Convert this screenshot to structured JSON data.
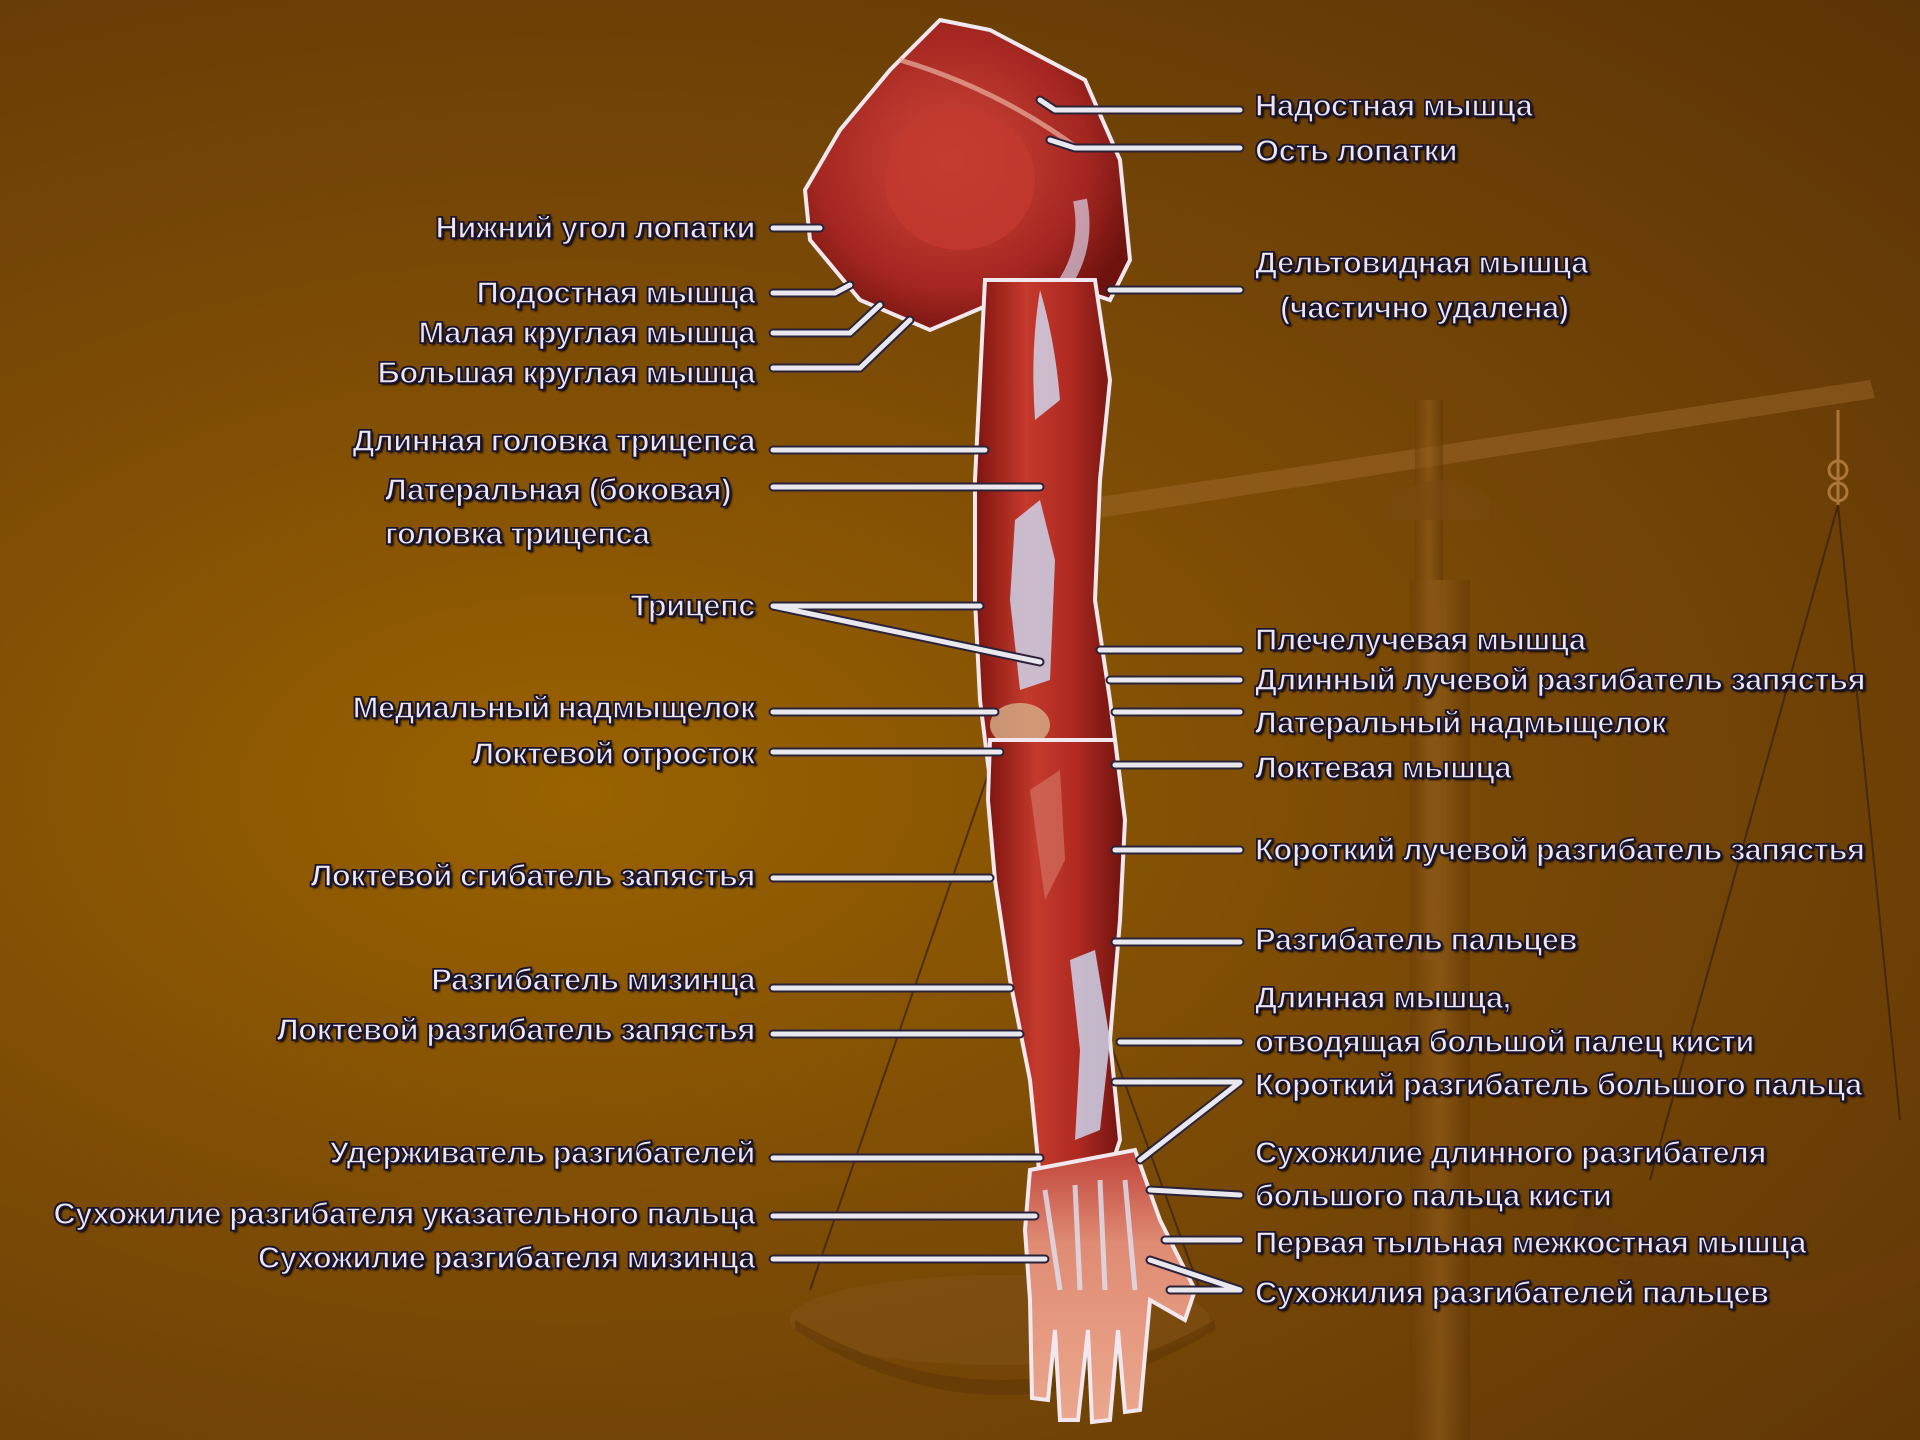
{
  "diagram": {
    "labels_left": [
      {
        "id": "inferior-angle-scapula",
        "text": "Нижний угол лопатки"
      },
      {
        "id": "infraspinatus",
        "text": "Подостная мышца"
      },
      {
        "id": "teres-minor",
        "text": "Малая круглая мышца"
      },
      {
        "id": "teres-major",
        "text": "Большая круглая мышца"
      },
      {
        "id": "triceps-long-head",
        "text": "Длинная головка трицепса"
      },
      {
        "id": "triceps-lateral-head-1",
        "text": "Латеральная (боковая)"
      },
      {
        "id": "triceps-lateral-head-2",
        "text": "головка трицепса"
      },
      {
        "id": "triceps",
        "text": "Трицепс"
      },
      {
        "id": "medial-epicondyle",
        "text": "Медиальный надмыщелок"
      },
      {
        "id": "olecranon",
        "text": "Локтевой отросток"
      },
      {
        "id": "flexor-carpi-ulnaris",
        "text": "Локтевой сгибатель запястья"
      },
      {
        "id": "extensor-digiti-minimi",
        "text": "Разгибатель мизинца"
      },
      {
        "id": "extensor-carpi-ulnaris",
        "text": "Локтевой разгибатель запястья"
      },
      {
        "id": "extensor-retinaculum",
        "text": "Удерживатель разгибателей"
      },
      {
        "id": "extensor-indicis-tendon",
        "text": "Сухожилие разгибателя указательного пальца"
      },
      {
        "id": "extensor-digiti-minimi-tendon",
        "text": "Сухожилие разгибателя мизинца"
      }
    ],
    "labels_right": [
      {
        "id": "supraspinatus",
        "text": "Надостная мышца"
      },
      {
        "id": "spine-of-scapula",
        "text": "Ость лопатки"
      },
      {
        "id": "deltoid-1",
        "text": "Дельтовидная мышца"
      },
      {
        "id": "deltoid-2",
        "text": "(частично удалена)"
      },
      {
        "id": "brachioradialis",
        "text": "Плечелучевая мышца"
      },
      {
        "id": "extensor-carpi-radialis-longus",
        "text": "Длинный лучевой разгибатель запястья"
      },
      {
        "id": "lateral-epicondyle",
        "text": "Латеральный надмыщелок"
      },
      {
        "id": "anconeus",
        "text": "Локтевая мышца"
      },
      {
        "id": "extensor-carpi-radialis-brevis",
        "text": "Короткий лучевой разгибатель запястья"
      },
      {
        "id": "extensor-digitorum",
        "text": "Разгибатель пальцев"
      },
      {
        "id": "abductor-pollicis-longus-1",
        "text": "Длинная мышца,"
      },
      {
        "id": "abductor-pollicis-longus-2",
        "text": "отводящая большой палец кисти"
      },
      {
        "id": "extensor-pollicis-brevis",
        "text": "Короткий разгибатель большого пальца"
      },
      {
        "id": "extensor-pollicis-longus-tendon-1",
        "text": "Сухожилие длинного разгибателя"
      },
      {
        "id": "extensor-pollicis-longus-tendon-2",
        "text": "большого пальца кисти"
      },
      {
        "id": "first-dorsal-interosseous",
        "text": "Первая тыльная межкостная мышца"
      },
      {
        "id": "extensor-digitorum-tendons",
        "text": "Сухожилия разгибателей пальцев"
      }
    ]
  },
  "colors": {
    "background": "#8a5604",
    "muscle": "#b32a22",
    "tendon": "#c9cde6",
    "label_text": "#ece6f0",
    "label_outline": "#1a1530",
    "leader_line": "#e8e8ee"
  }
}
